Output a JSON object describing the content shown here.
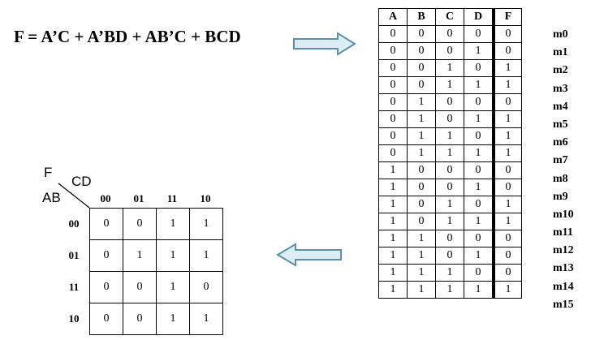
{
  "equation": "F = A’C + A’BD + AB’C + BCD",
  "truth_table": {
    "headers": [
      "A",
      "B",
      "C",
      "D",
      "F"
    ],
    "rows": [
      [
        0,
        0,
        0,
        0,
        0
      ],
      [
        0,
        0,
        0,
        1,
        0
      ],
      [
        0,
        0,
        1,
        0,
        1
      ],
      [
        0,
        0,
        1,
        1,
        1
      ],
      [
        0,
        1,
        0,
        0,
        0
      ],
      [
        0,
        1,
        0,
        1,
        1
      ],
      [
        0,
        1,
        1,
        0,
        1
      ],
      [
        0,
        1,
        1,
        1,
        1
      ],
      [
        1,
        0,
        0,
        0,
        0
      ],
      [
        1,
        0,
        0,
        1,
        0
      ],
      [
        1,
        0,
        1,
        0,
        1
      ],
      [
        1,
        0,
        1,
        1,
        1
      ],
      [
        1,
        1,
        0,
        0,
        0
      ],
      [
        1,
        1,
        0,
        1,
        0
      ],
      [
        1,
        1,
        1,
        0,
        0
      ],
      [
        1,
        1,
        1,
        1,
        1
      ]
    ],
    "minterms": [
      "m0",
      "m1",
      "m2",
      "m3",
      "m4",
      "m5",
      "m6",
      "m7",
      "m8",
      "m9",
      "m10",
      "m11",
      "m12",
      "m13",
      "m14",
      "m15"
    ]
  },
  "kmap": {
    "func_label": "F",
    "col_var": "CD",
    "row_var": "AB",
    "col_labels": [
      "00",
      "01",
      "11",
      "10"
    ],
    "row_labels": [
      "00",
      "01",
      "11",
      "10"
    ],
    "cells": [
      [
        0,
        0,
        1,
        1
      ],
      [
        0,
        1,
        1,
        1
      ],
      [
        0,
        0,
        1,
        0
      ],
      [
        0,
        0,
        1,
        1
      ]
    ]
  },
  "colors": {
    "arrow_fill": "#dceef4",
    "arrow_stroke": "#5b91a8"
  }
}
